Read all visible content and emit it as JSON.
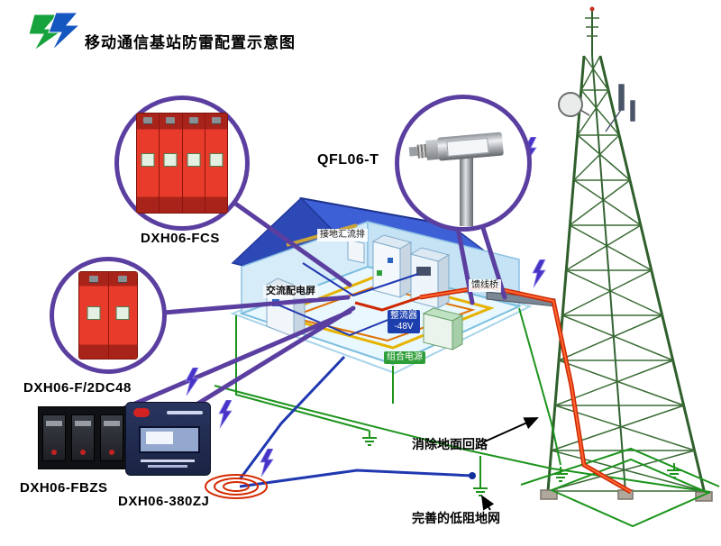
{
  "header": {
    "title": "移动通信基站防雷配置示意图"
  },
  "callouts": [
    {
      "id": "fcs",
      "label": "DXH06-FCS"
    },
    {
      "id": "f2dc48",
      "label": "DXH06-F/2DC48"
    },
    {
      "id": "fbzs",
      "label": "DXH06-FBZS"
    },
    {
      "id": "zj380",
      "label": "DXH06-380ZJ"
    },
    {
      "id": "qfl",
      "label": "QFL06-T"
    }
  ],
  "room": {
    "ground_bus": "接地汇流排",
    "ac_panel": "交流配电屏",
    "rectifier_line1": "整流器",
    "rectifier_line2": "-48V",
    "combined_power": "组合电源",
    "feeder_bridge": "馈线桥"
  },
  "annotations": {
    "eliminate_loop": "消除地面回路",
    "low_res_ground": "完善的低阻地网"
  },
  "icons": {
    "lightning": "zigzag-bolt",
    "ground": "earth-ground-symbol",
    "brand": "green-blue-lightning-logo"
  },
  "colors": {
    "accent_purple": "#5b3fa0",
    "ground_green": "#1c941c",
    "feeder_red": "#cc2800",
    "roof_blue": "#3e60d6",
    "device_red": "#e93b2c",
    "cable_blue": "#2038b0"
  }
}
